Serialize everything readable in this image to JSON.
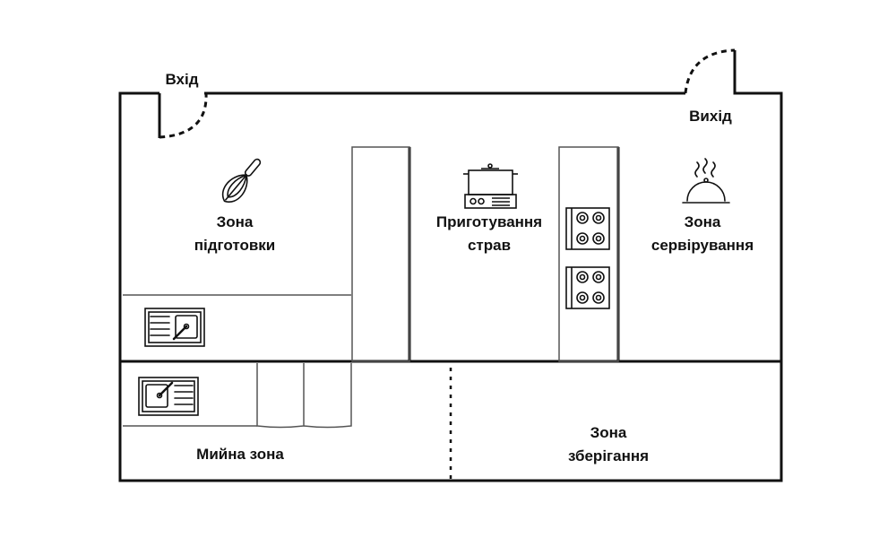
{
  "labels": {
    "entrance": "Вхід",
    "exit": "Вихід",
    "prep_zone": [
      "Зона",
      "підготовки"
    ],
    "cooking_zone": [
      "Приготування",
      "страв"
    ],
    "serving_zone": [
      "Зона",
      "сервірування"
    ],
    "washing_zone": "Мийна зона",
    "storage_zone": [
      "Зона",
      "зберігання"
    ]
  },
  "icons": {
    "prep": "whisk-icon",
    "cooking": "cooking-pot-icon",
    "serving": "serving-cloche-icon",
    "sink": "sink-icon",
    "stove": "stove-icon"
  },
  "colors": {
    "line": "#111111",
    "thin_line": "#555555",
    "background": "#ffffff"
  }
}
